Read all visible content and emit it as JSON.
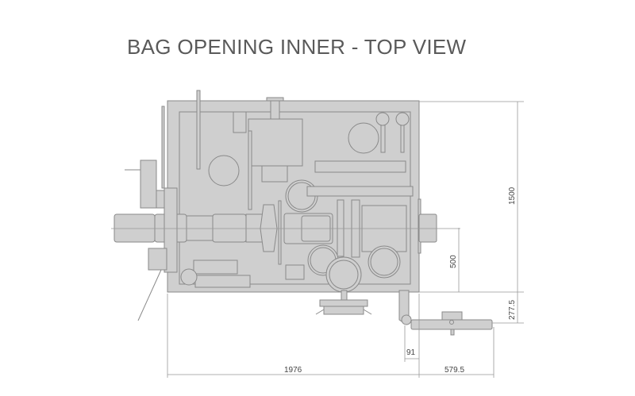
{
  "title": "BAG OPENING INNER - TOP VIEW",
  "dimensions": {
    "overall_length": "1976",
    "overall_height": "1500",
    "centerline_offset": "500",
    "table_offset": "277.5",
    "table_length": "579.5",
    "pivot_offset": "91"
  },
  "colors": {
    "body_fill": "#cfcfcf",
    "outline": "#8a8a8a",
    "title": "#5a5a5a"
  }
}
